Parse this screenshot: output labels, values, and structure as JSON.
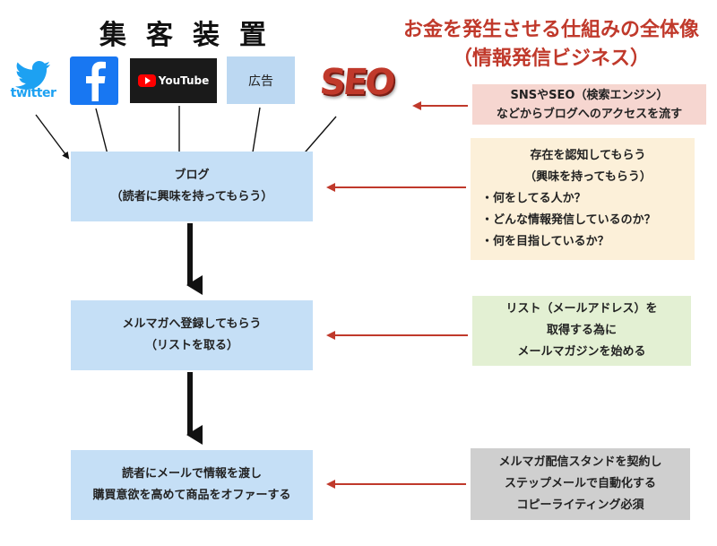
{
  "title": "集客装置",
  "headline": [
    "お金を発生させる仕組みの全体像",
    "（情報発信ビジネス）"
  ],
  "sources": {
    "twitter": "twitter",
    "youtube": "YouTube",
    "ad": "広告",
    "seo": "SEO"
  },
  "flow": [
    {
      "lines": [
        "ブログ",
        "（読者に興味を持ってもらう）"
      ]
    },
    {
      "lines": [
        "メルマガへ登録してもらう",
        "（リストを取る）"
      ]
    },
    {
      "lines": [
        "読者にメールで情報を渡し",
        "購買意欲を高めて商品をオファーする"
      ]
    }
  ],
  "notes": {
    "access": [
      "SNSやSEO（検索エンジン）",
      "などからブログへのアクセスを流す"
    ],
    "blog": {
      "intro": [
        "存在を認知してもらう",
        "（興味を持ってもらう）"
      ],
      "bullets": [
        "・何をしてる人か？",
        "・どんな情報発信しているのか？",
        "・何を目指しているか？"
      ]
    },
    "list": [
      "リスト（メールアドレス）を",
      "取得する為に",
      "メールマガジンを始める"
    ],
    "mail": [
      "メルマガ配信スタンドを契約し",
      "ステップメールで自動化する",
      "コピーライティング必須"
    ]
  },
  "colors": {
    "accent_red": "#c0392b",
    "flow_box": "#c5dff6",
    "note_pink": "#f6d6d0",
    "note_cream": "#fcf0d9",
    "note_green": "#e3f0d3",
    "note_gray": "#cfcfcf"
  }
}
